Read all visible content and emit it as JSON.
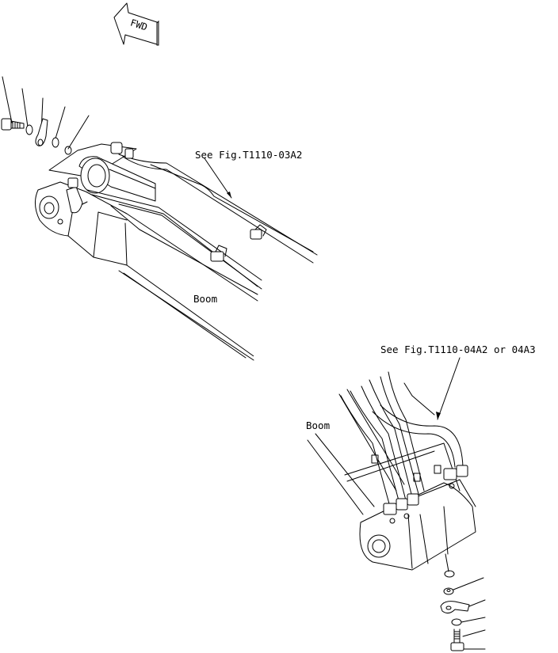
{
  "direction_badge": {
    "label": "FWD"
  },
  "upper_view": {
    "reference": "See Fig.T1110-03A2",
    "part_label": "Boom"
  },
  "lower_view": {
    "reference": "See Fig.T1110-04A2 or 04A3",
    "part_label": "Boom"
  }
}
